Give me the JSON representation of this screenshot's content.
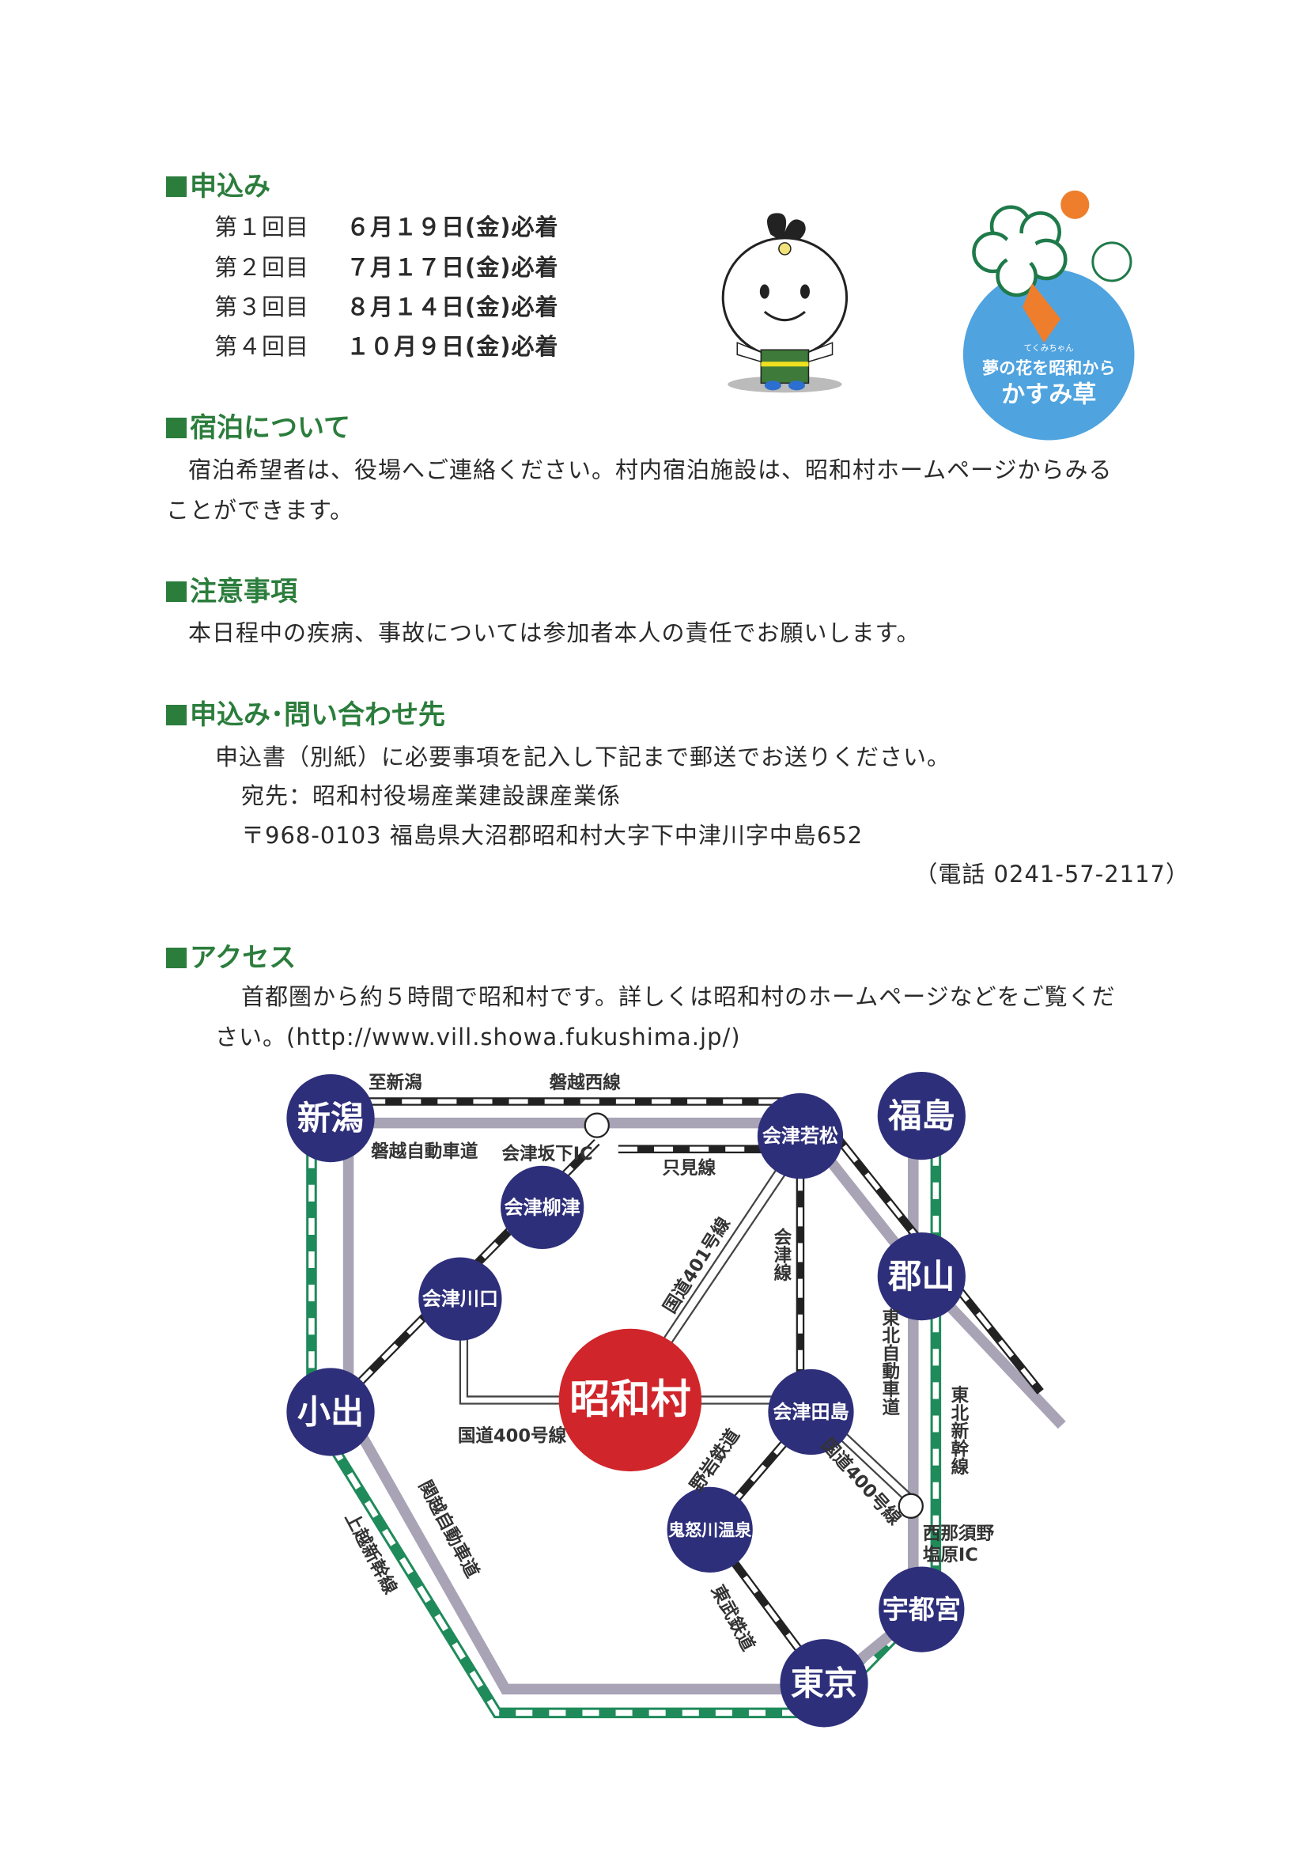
{
  "sections": {
    "apply": {
      "heading": "申込み",
      "rows": [
        {
          "round": "第１回目",
          "date": "６月１９日(金)必着"
        },
        {
          "round": "第２回目",
          "date": "７月１７日(金)必着"
        },
        {
          "round": "第３回目",
          "date": "８月１４日(金)必着"
        },
        {
          "round": "第４回目",
          "date": "１０月９日(金)必着"
        }
      ]
    },
    "lodging": {
      "heading": "宿泊について",
      "line1": "宿泊希望者は、役場へご連絡ください。村内宿泊施設は、昭和村ホームページからみる",
      "line2": "ことができます。"
    },
    "notes": {
      "heading": "注意事項",
      "line1": "本日程中の疾病、事故については参加者本人の責任でお願いします。"
    },
    "contact": {
      "heading": "申込み･問い合わせ先",
      "line1": "申込書（別紙）に必要事項を記入し下記まで郵送でお送りください。",
      "line2": "宛先：昭和村役場産業建設課産業係",
      "line3": "〒968-0103 福島県大沼郡昭和村大字下中津川字中島652",
      "phone": "（電話 0241-57-2117）"
    },
    "access": {
      "heading": "アクセス",
      "line1": "首都圏から約５時間で昭和村です。詳しくは昭和村のホームページなどをご覧くだ",
      "line2": "さい。(http://www.vill.showa.fukushima.jp/)"
    }
  },
  "logo": {
    "small": "てくみちゃん",
    "line1": "夢の花を昭和から",
    "line2": "かすみ草"
  },
  "map": {
    "stations": {
      "niigata": "新潟",
      "fukushima": "福島",
      "wakamatsu": "会津若松",
      "yanaizu": "会津柳津",
      "kawaguchi": "会津川口",
      "koriyama": "郡山",
      "koide": "小出",
      "showa": "昭和村",
      "tajima": "会津田島",
      "kinugawa": "鬼怒川温泉",
      "utsunomiya": "宇都宮",
      "tokyo": "東京"
    },
    "labels": {
      "to_niigata": "至新潟",
      "banetsu_west": "磐越西線",
      "banetsu_exp": "磐越自動車道",
      "bange_ic": "会津坂下IC",
      "tadami": "只見線",
      "route401": "国道401号線",
      "aizu_line": "会津線",
      "route400": "国道400号線",
      "route400b": "国道400号線",
      "tohoku_exp": "東北自動車道",
      "tohoku_shinkansen": "東北新幹線",
      "yagan": "野岩鉄道",
      "nishinasuno_1": "西那須野",
      "nishinasuno_2": "塩原IC",
      "kanetsu": "関越自動車道",
      "joetsu": "上越新幹線",
      "tobu": "東武鉄道"
    },
    "colors": {
      "station": "#2e2f7a",
      "showa": "#d0252a",
      "highway": "#a9a3b6",
      "shinkansen": "#1f8a5a"
    }
  }
}
